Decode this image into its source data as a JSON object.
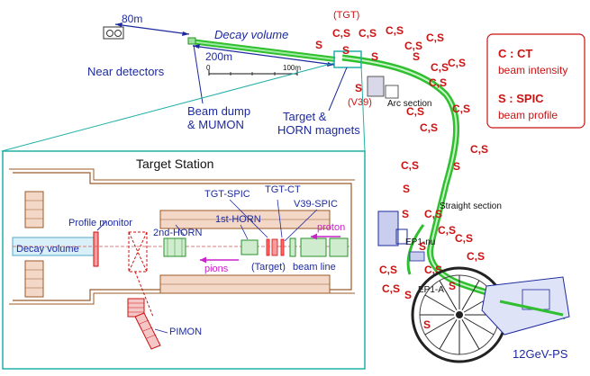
{
  "overview": {
    "labels": {
      "near_detectors": "Near detectors",
      "decay_volume": "Decay volume",
      "dist_80m": "80m",
      "dist_200m": "200m",
      "scale_zero": "0",
      "scale_100m": "100m",
      "beam_dump_line1": "Beam dump",
      "beam_dump_line2": "& MUMON",
      "target_horn_line1": "Target &",
      "target_horn_line2": "HORN magnets",
      "arc_section": "Arc section",
      "straight_section": "Straight section",
      "ep1_nu": "EP1-nu",
      "ep1_a": "EP1-A",
      "ps": "12GeV-PS",
      "tgt_tag": "(TGT)",
      "v39_tag": "(V39)"
    },
    "monitor_labels": [
      "C,S",
      "C,S",
      "S",
      "S",
      "C,S",
      "S",
      "S",
      "C,S",
      "C,S",
      "S",
      "C,S",
      "C,S",
      "C,S",
      "C,S",
      "C,S",
      "C,S",
      "C,S",
      "C,S",
      "S",
      "S",
      "C,S",
      "S",
      "C,S",
      "C,S",
      "S",
      "C,S",
      "C,S",
      "C,S",
      "S",
      "C,S",
      "S",
      "S"
    ]
  },
  "legend": {
    "ct_key": "C : CT",
    "ct_desc": "beam intensity",
    "spic_key": "S : SPIC",
    "spic_desc": "beam profile"
  },
  "target_station": {
    "title": "Target Station",
    "profile_monitor": "Profile monitor",
    "decay_volume": "Decay volume",
    "horn2": "2nd-HORN",
    "horn1": "1st-HORN",
    "tgt_spic": "TGT-SPIC",
    "tgt_ct": "TGT-CT",
    "v39_spic": "V39-SPIC",
    "proton": "proton",
    "pions": "pions",
    "target": "(Target)",
    "beam_line": "beam line",
    "pimon": "PIMON"
  },
  "colors": {
    "label_blue": "#1d2a9e",
    "monitor_red": "#cc1111",
    "beamline_green": "#2fbf2f",
    "station_outline": "#22b0a8",
    "structure_brown": "#9b5a2a",
    "beam_magenta": "#cc22cc",
    "legend_border": "#cc1111"
  }
}
